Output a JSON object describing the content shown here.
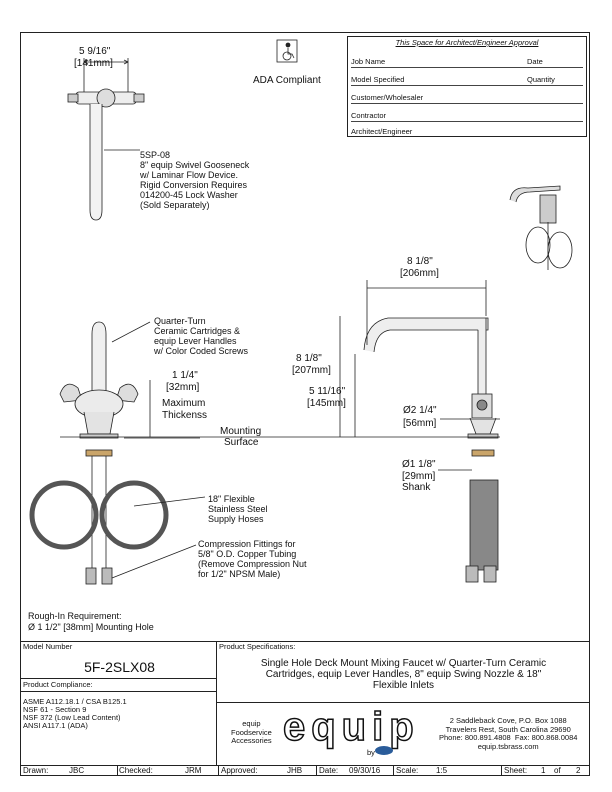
{
  "ada": {
    "label": "ADA Compliant"
  },
  "approval": {
    "header": "This Space for Architect/Engineer Approval",
    "rows": [
      {
        "left": "Job Name",
        "right": "Date"
      },
      {
        "left": "Model Specified",
        "right": "Quantity"
      },
      {
        "left": "Customer/Wholesaler",
        "right": ""
      },
      {
        "left": "Contractor",
        "right": ""
      },
      {
        "left": "Architect/Engineer",
        "right": ""
      }
    ]
  },
  "dims": {
    "top_width": "5 9/16\"",
    "top_width_mm": "[141mm]",
    "reach": "8 1/8\"",
    "reach_mm": "[206mm]",
    "height": "8 1/8\"",
    "height_mm": "[207mm]",
    "spout_height": "5 11/16\"",
    "spout_height_mm": "[145mm]",
    "base_dia": "Ø2 1/4\"",
    "base_dia_mm": "[56mm]",
    "shank_dia": "Ø1 1/8\"",
    "shank_dia_mm": "[29mm]",
    "shank_label": "Shank",
    "max_thick": "1 1/4\"",
    "max_thick_mm": "[32mm]",
    "max_thick_l1": "Maximum",
    "max_thick_l2": "Thickenss",
    "mount_l1": "Mounting",
    "mount_l2": "Surface"
  },
  "notes": {
    "gooseneck": "5SP-08\n8\" equip Swivel Gooseneck\nw/ Laminar Flow Device.\nRigid Conversion Requires\n014200-45 Lock Washer\n(Sold Separately)",
    "cartridges": "Quarter-Turn\nCeramic Cartridges &\nequip Lever Handles\nw/ Color Coded Screws",
    "hoses": "18\" Flexible\nStainless Steel\nSupply Hoses",
    "fittings": "Compression Fittings for\n5/8\" O.D. Copper Tubing\n(Remove Compression Nut\nfor 1/2\" NPSM Male)",
    "rough_in_l1": "Rough-In Requirement:",
    "rough_in_l2": "Ø 1 1/2\" [38mm] Mounting Hole"
  },
  "model": {
    "label": "Model Number",
    "value": "5F-2SLX08"
  },
  "compliance": {
    "label": "Product Compliance:",
    "lines": [
      "ASME A112.18.1 / CSA B125.1",
      "NSF 61 - Section 9",
      "NSF 372 (Low Lead Content)",
      "ANSI A117.1 (ADA)"
    ]
  },
  "specs": {
    "label": "Product Specifications:",
    "text": "Single Hole Deck Mount Mixing Faucet w/ Quarter-Turn Ceramic\nCartridges, equip Lever Handles, 8\" equip Swing Nozzle & 18\"\nFlexible Inlets"
  },
  "brand": {
    "sub": "equip\nFoodservice\nAccessories",
    "logo": "equip",
    "by": "by",
    "address": "2 Saddleback Cove, P.O. Box 1088\nTravelers Rest, South Carolina 29690\nPhone: 800.891.4808  Fax: 800.868.0084\nequip.tsbrass.com"
  },
  "titleblock": {
    "drawn_label": "Drawn:",
    "drawn": "JBC",
    "checked_label": "Checked:",
    "checked": "JRM",
    "approved_label": "Approved:",
    "approved": "JHB",
    "date_label": "Date:",
    "date": "09/30/16",
    "scale_label": "Scale:",
    "scale": "1:5",
    "sheet_label": "Sheet:",
    "sheet": "1",
    "of_label": "of",
    "of": "2"
  }
}
